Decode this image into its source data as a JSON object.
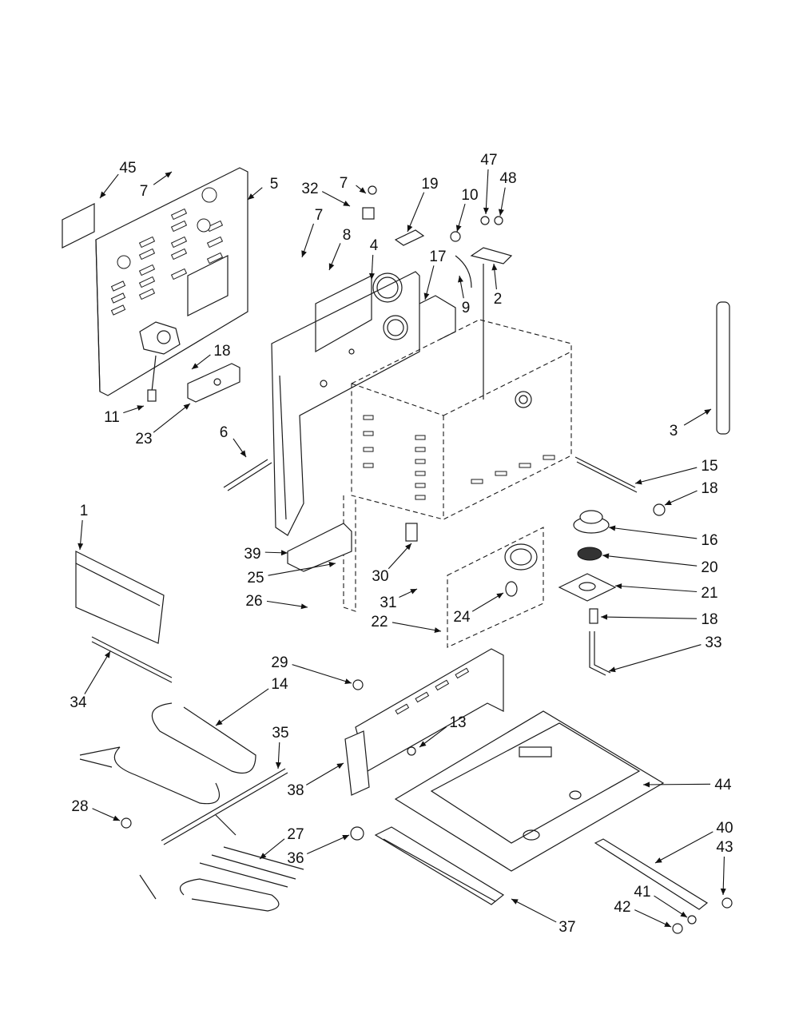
{
  "callouts": [
    {
      "id": "45",
      "label": "45"
    },
    {
      "id": "7a",
      "label": "7"
    },
    {
      "id": "5",
      "label": "5"
    },
    {
      "id": "32",
      "label": "32"
    },
    {
      "id": "7b",
      "label": "7"
    },
    {
      "id": "19",
      "label": "19"
    },
    {
      "id": "10",
      "label": "10"
    },
    {
      "id": "47",
      "label": "47"
    },
    {
      "id": "48",
      "label": "48"
    },
    {
      "id": "7c",
      "label": "7"
    },
    {
      "id": "8",
      "label": "8"
    },
    {
      "id": "4",
      "label": "4"
    },
    {
      "id": "17",
      "label": "17"
    },
    {
      "id": "9",
      "label": "9"
    },
    {
      "id": "2",
      "label": "2"
    },
    {
      "id": "18a",
      "label": "18"
    },
    {
      "id": "11",
      "label": "11"
    },
    {
      "id": "23",
      "label": "23"
    },
    {
      "id": "6",
      "label": "6"
    },
    {
      "id": "3",
      "label": "3"
    },
    {
      "id": "15",
      "label": "15"
    },
    {
      "id": "18b",
      "label": "18"
    },
    {
      "id": "16",
      "label": "16"
    },
    {
      "id": "20",
      "label": "20"
    },
    {
      "id": "21",
      "label": "21"
    },
    {
      "id": "18c",
      "label": "18"
    },
    {
      "id": "33",
      "label": "33"
    },
    {
      "id": "1",
      "label": "1"
    },
    {
      "id": "39",
      "label": "39"
    },
    {
      "id": "25",
      "label": "25"
    },
    {
      "id": "26",
      "label": "26"
    },
    {
      "id": "30",
      "label": "30"
    },
    {
      "id": "31",
      "label": "31"
    },
    {
      "id": "24",
      "label": "24"
    },
    {
      "id": "22",
      "label": "22"
    },
    {
      "id": "34",
      "label": "34"
    },
    {
      "id": "29",
      "label": "29"
    },
    {
      "id": "14",
      "label": "14"
    },
    {
      "id": "13",
      "label": "13"
    },
    {
      "id": "35",
      "label": "35"
    },
    {
      "id": "38",
      "label": "38"
    },
    {
      "id": "44",
      "label": "44"
    },
    {
      "id": "28",
      "label": "28"
    },
    {
      "id": "27",
      "label": "27"
    },
    {
      "id": "36",
      "label": "36"
    },
    {
      "id": "40",
      "label": "40"
    },
    {
      "id": "43",
      "label": "43"
    },
    {
      "id": "41",
      "label": "41"
    },
    {
      "id": "42",
      "label": "42"
    },
    {
      "id": "37",
      "label": "37"
    }
  ]
}
